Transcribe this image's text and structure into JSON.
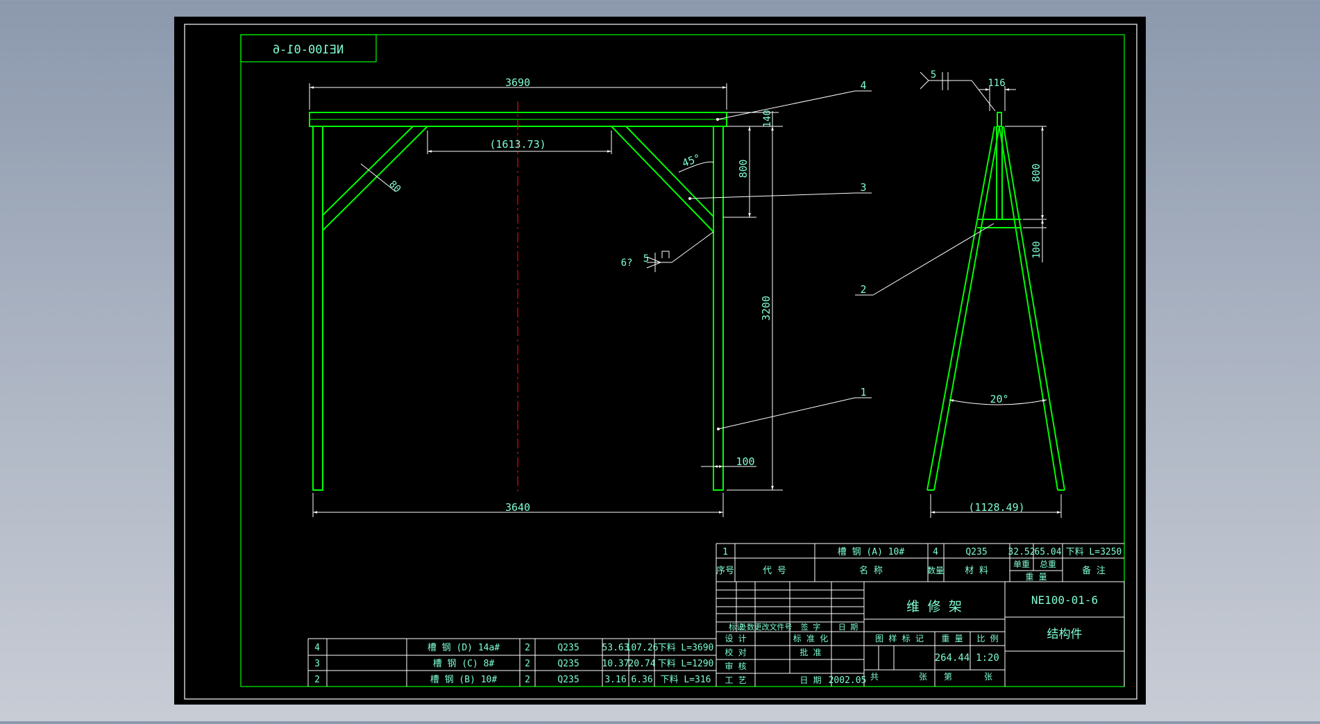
{
  "drawing_code_mirrored": "NE100-01-6",
  "front_view": {
    "dim_width_top": "3690",
    "dim_width_bottom": "3640",
    "dim_gap": "(1613.73)",
    "dim_height": "3200",
    "dim_brace_height": "800",
    "dim_beam_height": "140",
    "dim_leg_offset": "100",
    "dim_brace_size": "80",
    "angle_label": "45°",
    "weld_size": "5",
    "weld_count": "6?",
    "callouts": [
      "4",
      "3",
      "1"
    ]
  },
  "side_view": {
    "dim_top_width": "116",
    "dim_brace_height": "800",
    "dim_cross_height": "100",
    "dim_base_width": "(1128.49)",
    "angle_label": "20°",
    "weld_size": "5",
    "callouts": [
      "2"
    ]
  },
  "parts_upper_row": {
    "seq": "1",
    "code": "",
    "name": "槽 钢 (A) 10#",
    "qty": "4",
    "material": "Q235",
    "unit_wt": "32.52",
    "total_wt": "65.04",
    "remark": "下料 L=3250"
  },
  "parts_header": {
    "seq": "序号",
    "code": "代 号",
    "name": "名 称",
    "qty": "数量",
    "material": "材 料",
    "unit_wt": "单重",
    "total_wt": "总重",
    "weight": "重 量",
    "remark": "备 注"
  },
  "parts_lower_rows": [
    {
      "seq": "4",
      "name": "槽 钢 (D) 14a#",
      "qty": "2",
      "material": "Q235",
      "unit_wt": "53.63",
      "total_wt": "107.26",
      "remark": "下料 L=3690"
    },
    {
      "seq": "3",
      "name": "槽 钢 (C) 8#",
      "qty": "2",
      "material": "Q235",
      "unit_wt": "10.37",
      "total_wt": "20.74",
      "remark": "下料 L=1290"
    },
    {
      "seq": "2",
      "name": "槽 钢 (B) 10#",
      "qty": "2",
      "material": "Q235",
      "unit_wt": "3.16",
      "total_wt": "6.36",
      "remark": "下料 L=316"
    }
  ],
  "title_block": {
    "title": "维 修 架",
    "drawing_no": "NE100-01-6",
    "type": "结构件",
    "weight": "264.44",
    "scale": "1:20",
    "date": "2002.05",
    "rev_headers": [
      "标记",
      "处数",
      "更改文件号",
      "签 字",
      "日 期"
    ],
    "roles": [
      "设 计",
      "校 对",
      "审 核",
      "工 艺"
    ],
    "std_label": "标 准 化",
    "approve_label": "批 准",
    "date_label": "日 期",
    "stage_label": "图 样 标 记",
    "weight_label": "重 量",
    "scale_label": "比 例",
    "total_label": "共",
    "sheet_label": "张",
    "sheet_no_label": "第"
  },
  "colors": {
    "background": "#000000",
    "geometry": "#00ff00",
    "dimension": "#ffffff",
    "text": "#7fffd4",
    "centerline": "#ff0000"
  }
}
